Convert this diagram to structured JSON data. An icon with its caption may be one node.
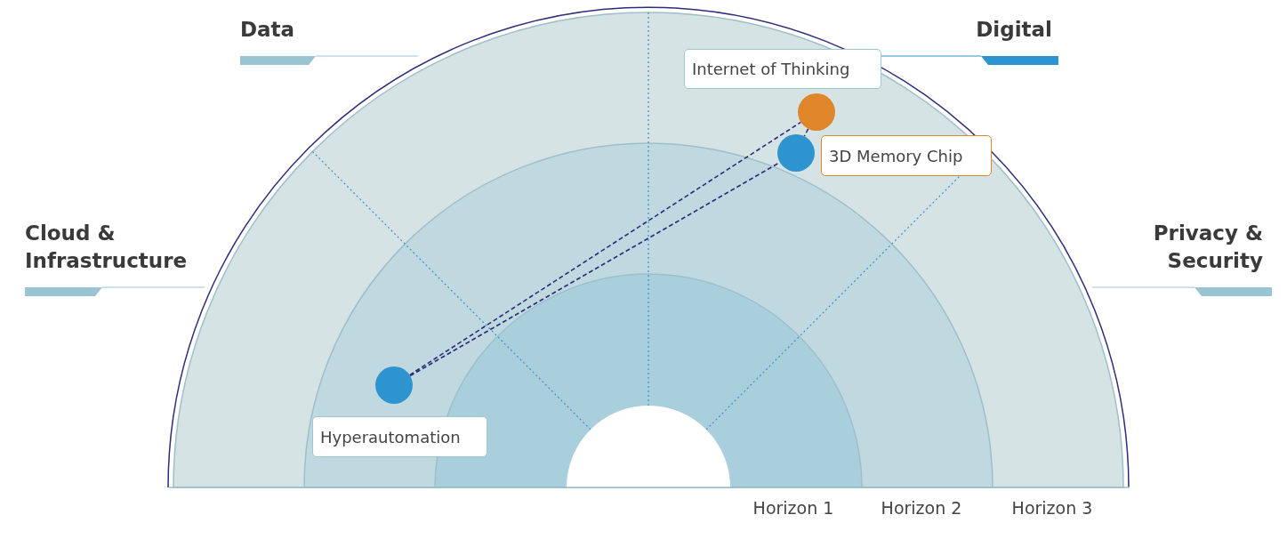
{
  "diagram": {
    "nodes": [
      {
        "text": [
          "Internet of Thinking"
        ]
      },
      {
        "text": [],
        "shape": "circle"
      },
      {
        "text": [],
        "shape": "circle"
      },
      {
        "text": [
          "3D Memory Chip"
        ]
      },
      {
        "text": [],
        "shape": "circle"
      },
      {
        "text": [
          "Hyperautomation"
        ]
      }
    ],
    "edges": [
      {
        "from": 4,
        "to": 1,
        "arrow": "none",
        "style": "dashed"
      },
      {
        "from": 4,
        "to": 2,
        "arrow": "none",
        "style": "dashed"
      },
      {
        "from": 1,
        "to": 2,
        "arrow": "none",
        "style": "dashed"
      }
    ],
    "labels": [
      "Data",
      "Digital",
      "Cloud & Infrastructure",
      "Privacy & Security",
      "Horizon 1",
      "Horizon 2",
      "Horizon 3"
    ]
  }
}
